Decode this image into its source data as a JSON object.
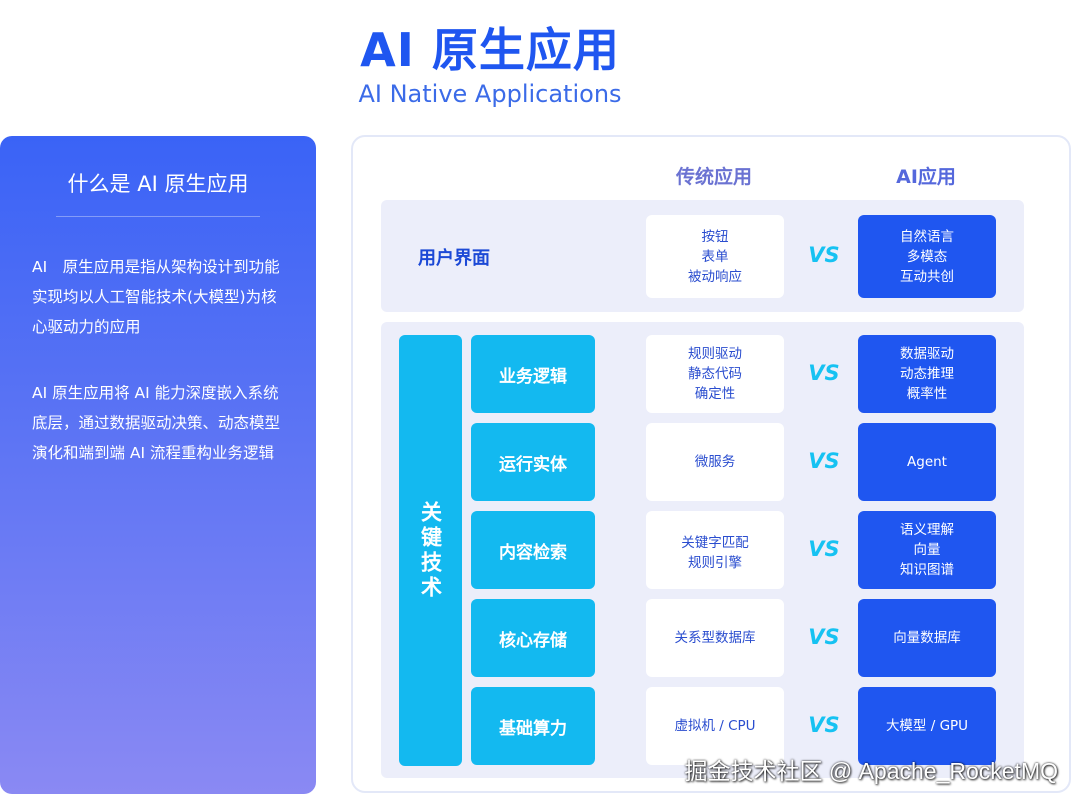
{
  "header": {
    "title": "AI 原生应用",
    "subtitle": "AI Native Applications"
  },
  "left_panel": {
    "title": "什么是 AI 原生应用",
    "paragraph_1": "AI　原生应用是指从架构设计到功能实现均以人工智能技术(大模型)为核心驱动力的应用",
    "paragraph_2": "AI 原生应用将 AI 能力深度嵌入系统底层，通过数据驱动决策、动态模型演化和端到端 AI 流程重构业务逻辑"
  },
  "columns": {
    "traditional": "传统应用",
    "ai": "AI应用"
  },
  "vs_label": "VS",
  "ui_row": {
    "label": "用户界面",
    "traditional": [
      "按钮",
      "表单",
      "被动响应"
    ],
    "ai": [
      "自然语言",
      "多模态",
      "互动共创"
    ]
  },
  "key_tech_label": "关键技术",
  "tech_rows": [
    {
      "label": "业务逻辑",
      "traditional": [
        "规则驱动",
        "静态代码",
        "确定性"
      ],
      "ai": [
        "数据驱动",
        "动态推理",
        "概率性"
      ]
    },
    {
      "label": "运行实体",
      "traditional": [
        "微服务"
      ],
      "ai": [
        "Agent"
      ]
    },
    {
      "label": "内容检索",
      "traditional": [
        "关键字匹配",
        "规则引擎"
      ],
      "ai": [
        "语义理解",
        "向量",
        "知识图谱"
      ]
    },
    {
      "label": "核心存储",
      "traditional": [
        "关系型数据库"
      ],
      "ai": [
        "向量数据库"
      ]
    },
    {
      "label": "基础算力",
      "traditional": [
        "虚拟机 / CPU"
      ],
      "ai": [
        "大模型 / GPU"
      ]
    }
  ],
  "watermark": "掘金技术社区 @ Apache_RocketMQ",
  "colors": {
    "primary_blue": "#1f56f0",
    "cyan": "#13b9f0",
    "band_bg": "#eceefa"
  }
}
